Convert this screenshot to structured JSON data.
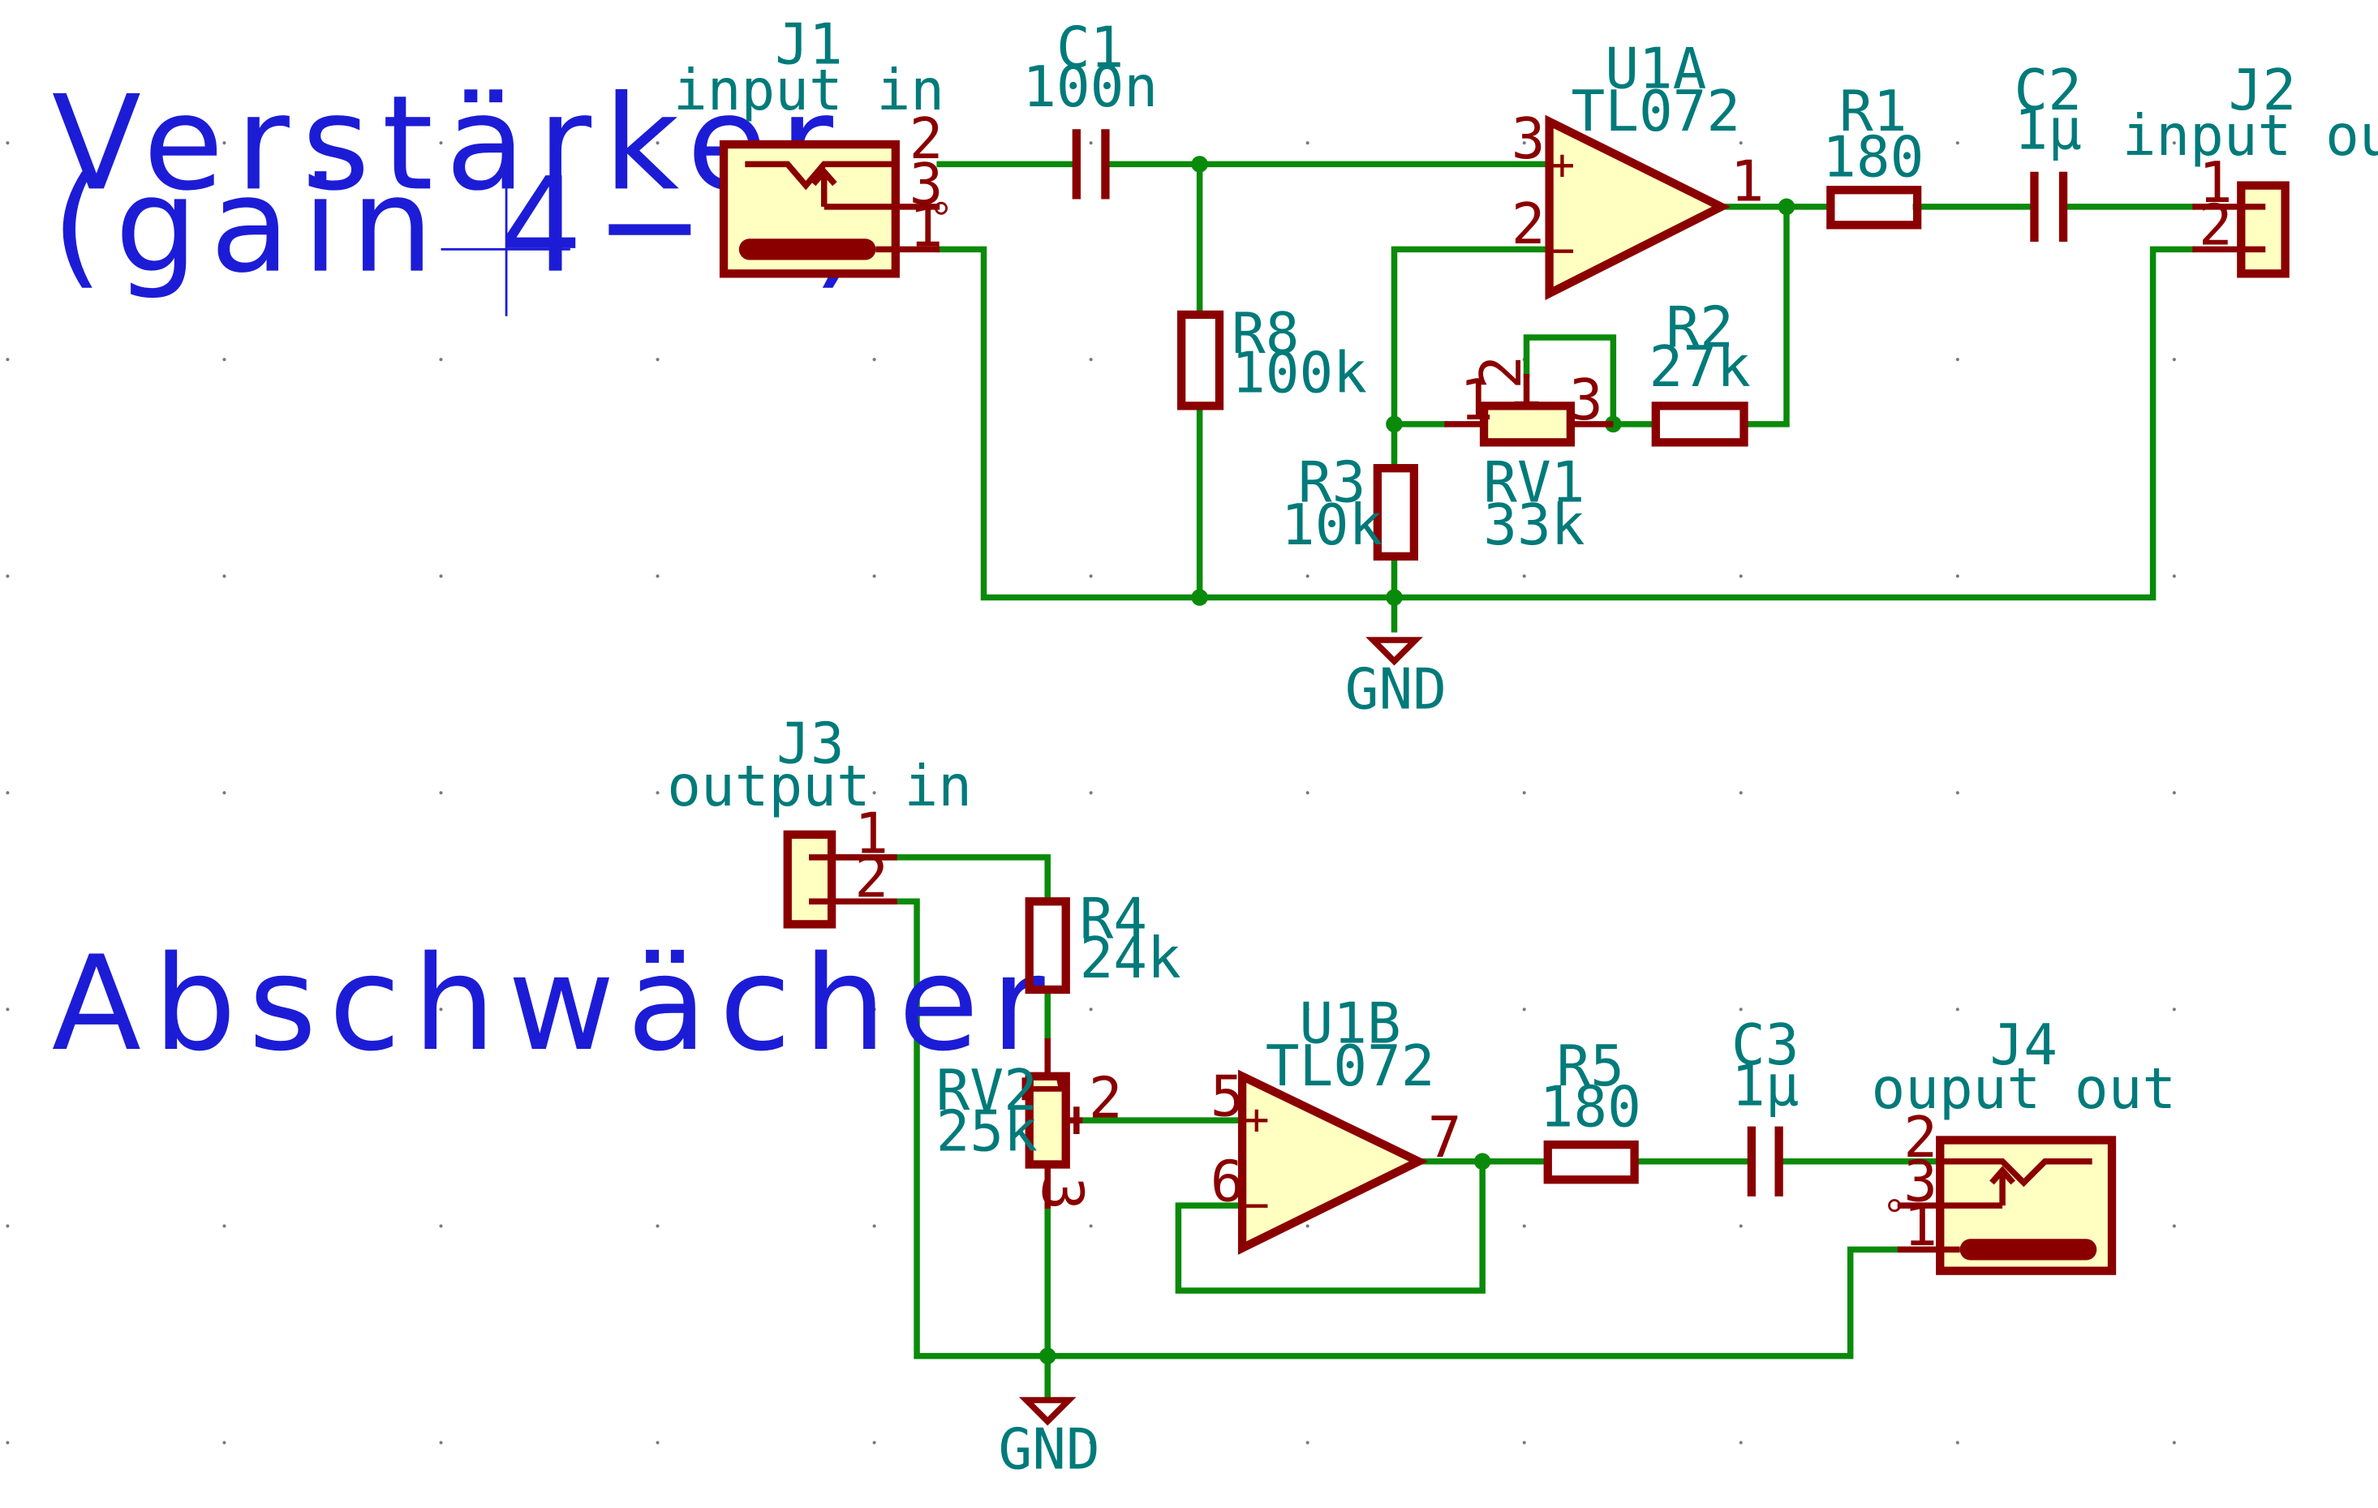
{
  "notes": {
    "amplifier_title": "Verstärker",
    "amplifier_gain": "(gain 4−7)",
    "attenuator_title": "Abschwächer"
  },
  "components": {
    "J1": {
      "ref": "J1",
      "value": "input in",
      "pins": [
        "2",
        "3",
        "1"
      ]
    },
    "C1": {
      "ref": "C1",
      "value": "100n"
    },
    "U1A": {
      "ref": "U1A",
      "value": "TL072",
      "pins": [
        "3",
        "2",
        "1"
      ],
      "plus": "+",
      "minus": "−"
    },
    "R1": {
      "ref": "R1",
      "value": "180"
    },
    "C2": {
      "ref": "C2",
      "value": "1µ"
    },
    "J2": {
      "ref": "J2",
      "value": "input out",
      "pins": [
        "1",
        "2"
      ]
    },
    "R8": {
      "ref": "R8",
      "value": "100k"
    },
    "R2": {
      "ref": "R2",
      "value": "27k"
    },
    "RV1": {
      "ref": "RV1",
      "value": "33k",
      "pins": [
        "1",
        "2",
        "3"
      ]
    },
    "R3": {
      "ref": "R3",
      "value": "10k"
    },
    "GND1": {
      "value": "GND"
    },
    "J3": {
      "ref": "J3",
      "value": "output in",
      "pins": [
        "1",
        "2"
      ]
    },
    "R4": {
      "ref": "R4",
      "value": "24k"
    },
    "RV2": {
      "ref": "RV2",
      "value": "25k",
      "pins": [
        "1",
        "2",
        "3"
      ]
    },
    "U1B": {
      "ref": "U1B",
      "value": "TL072",
      "pins": [
        "5",
        "6",
        "7"
      ],
      "plus": "+",
      "minus": "−"
    },
    "R5": {
      "ref": "R5",
      "value": "180"
    },
    "C3": {
      "ref": "C3",
      "value": "1µ"
    },
    "J4": {
      "ref": "J4",
      "value": "ouput out",
      "pins": [
        "2",
        "3",
        "1"
      ]
    },
    "GND2": {
      "value": "GND"
    }
  },
  "colors": {
    "wire": "#0a8a0a",
    "symbol_outline": "#8a0000",
    "symbol_fill": "#ffffc2",
    "reference_text": "#007a7a",
    "note_text": "#1c1cd6"
  }
}
